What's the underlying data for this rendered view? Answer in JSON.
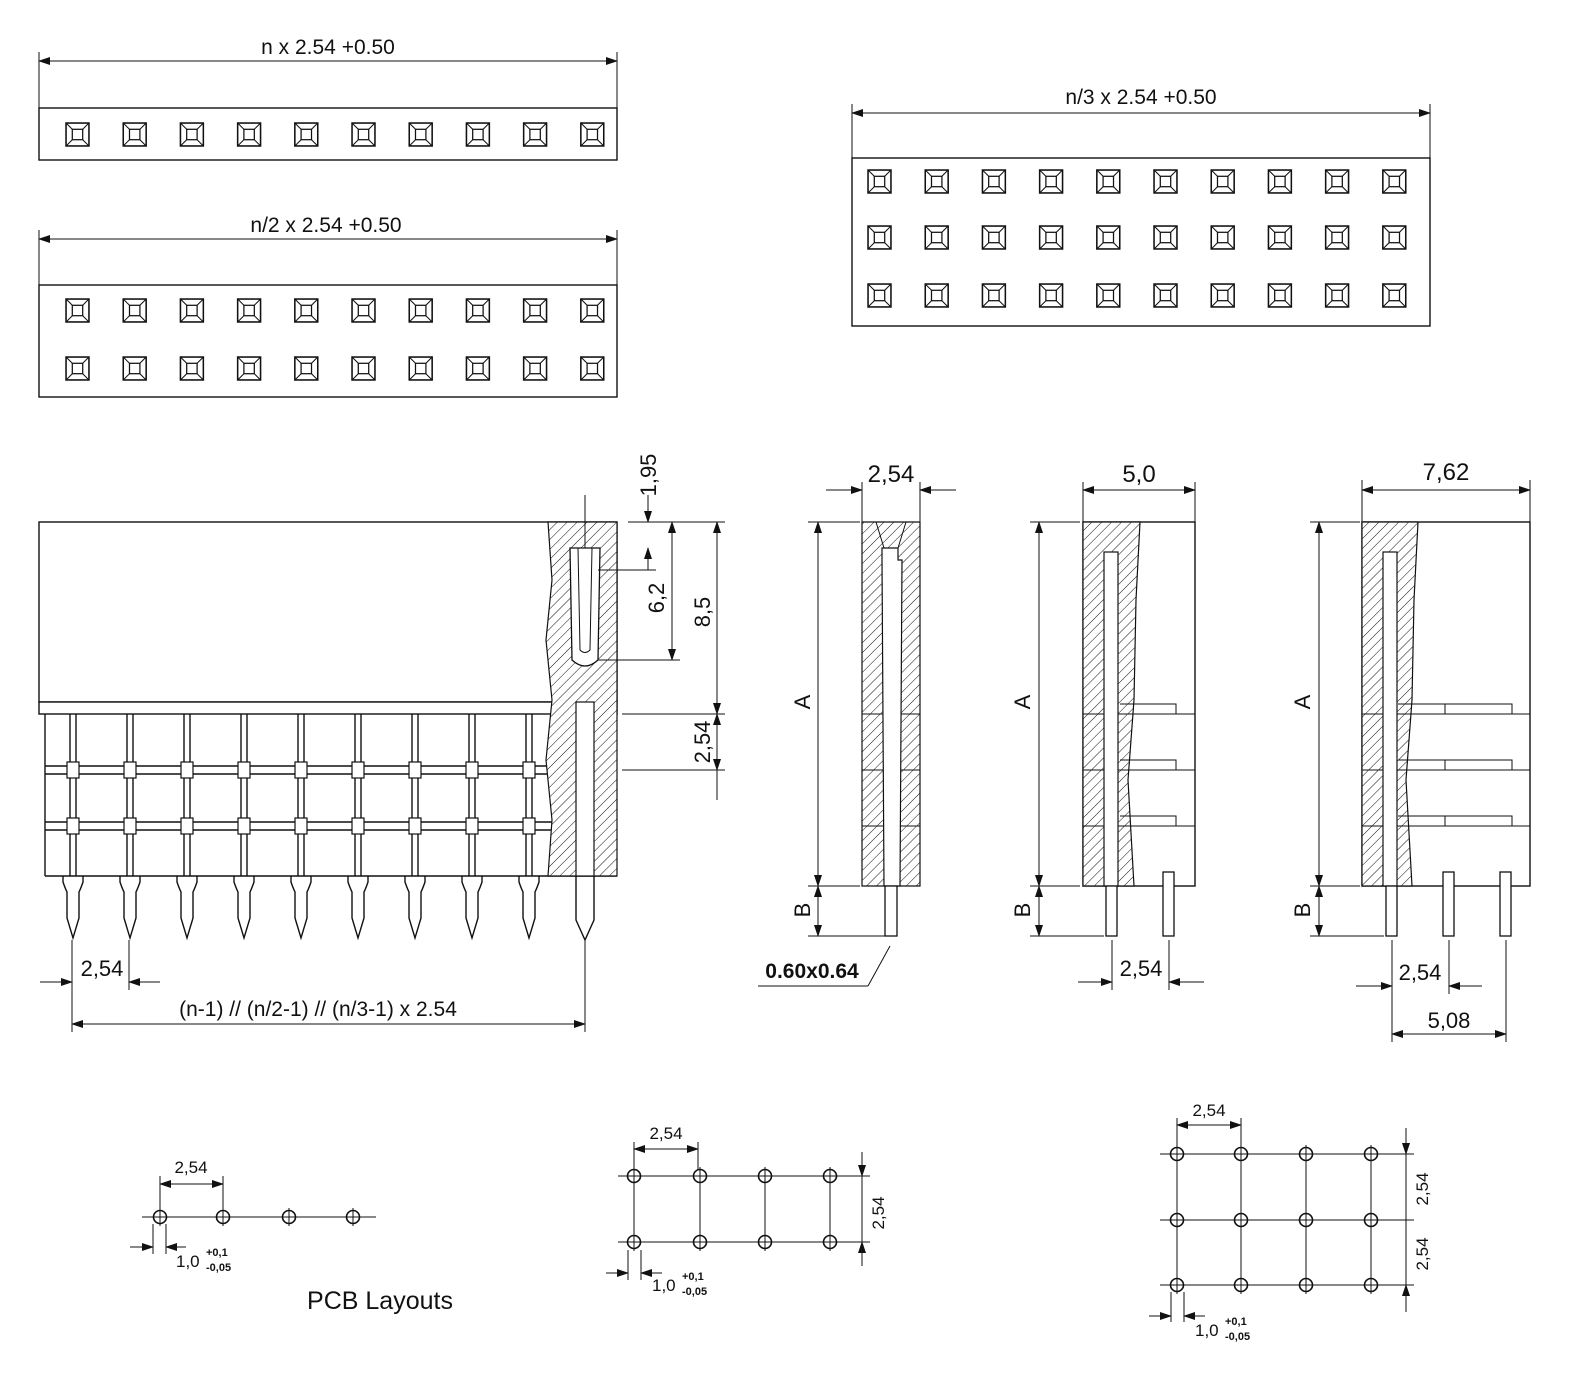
{
  "top_views": {
    "single_row_dim": "n x 2.54 +0.50",
    "double_row_dim": "n/2 x 2.54 +0.50",
    "triple_row_dim": "n/3 x 2.54 +0.50"
  },
  "front_view": {
    "dim_1_95": "1,95",
    "dim_6_2": "6,2",
    "dim_8_5": "8,5",
    "dim_2_54_vertical": "2,54",
    "dim_pitch": "2,54",
    "dim_length": "(n-1) // (n/2-1) // (n/3-1) x 2.54"
  },
  "side_single": {
    "width": "2,54",
    "label_a": "A",
    "label_b": "B",
    "pin_size": "0.60x0.64"
  },
  "side_double": {
    "width": "5,0",
    "label_a": "A",
    "label_b": "B",
    "pitch": "2,54"
  },
  "side_triple": {
    "width": "7,62",
    "label_a": "A",
    "label_b": "B",
    "pitch": "2,54",
    "span": "5,08"
  },
  "pcb": {
    "title": "PCB Layouts",
    "single": {
      "pitch": "2,54",
      "hole": "1,0",
      "tol_plus": "+0,1",
      "tol_minus": "-0,05"
    },
    "double": {
      "pitch_h": "2,54",
      "pitch_v": "2,54",
      "hole": "1,0",
      "tol_plus": "+0,1",
      "tol_minus": "-0,05"
    },
    "triple": {
      "pitch_h": "2,54",
      "pitch_v1": "2,54",
      "pitch_v2": "2,54",
      "hole": "1,0",
      "tol_plus": "+0,1",
      "tol_minus": "-0,05"
    }
  }
}
